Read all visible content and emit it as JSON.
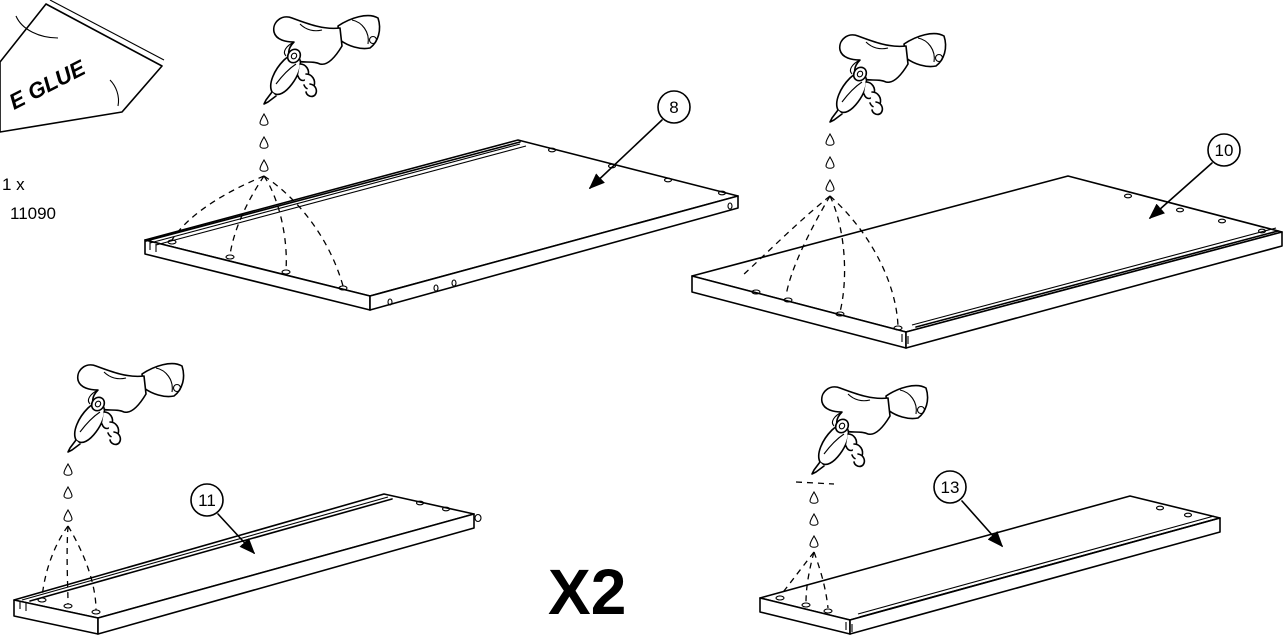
{
  "glue_packet": {
    "label": "E GLUE",
    "quantity": "1 x",
    "part_number": "11090"
  },
  "parts": [
    {
      "number": "8"
    },
    {
      "number": "10"
    },
    {
      "number": "11"
    },
    {
      "number": "13"
    }
  ],
  "multiplier": "X2"
}
